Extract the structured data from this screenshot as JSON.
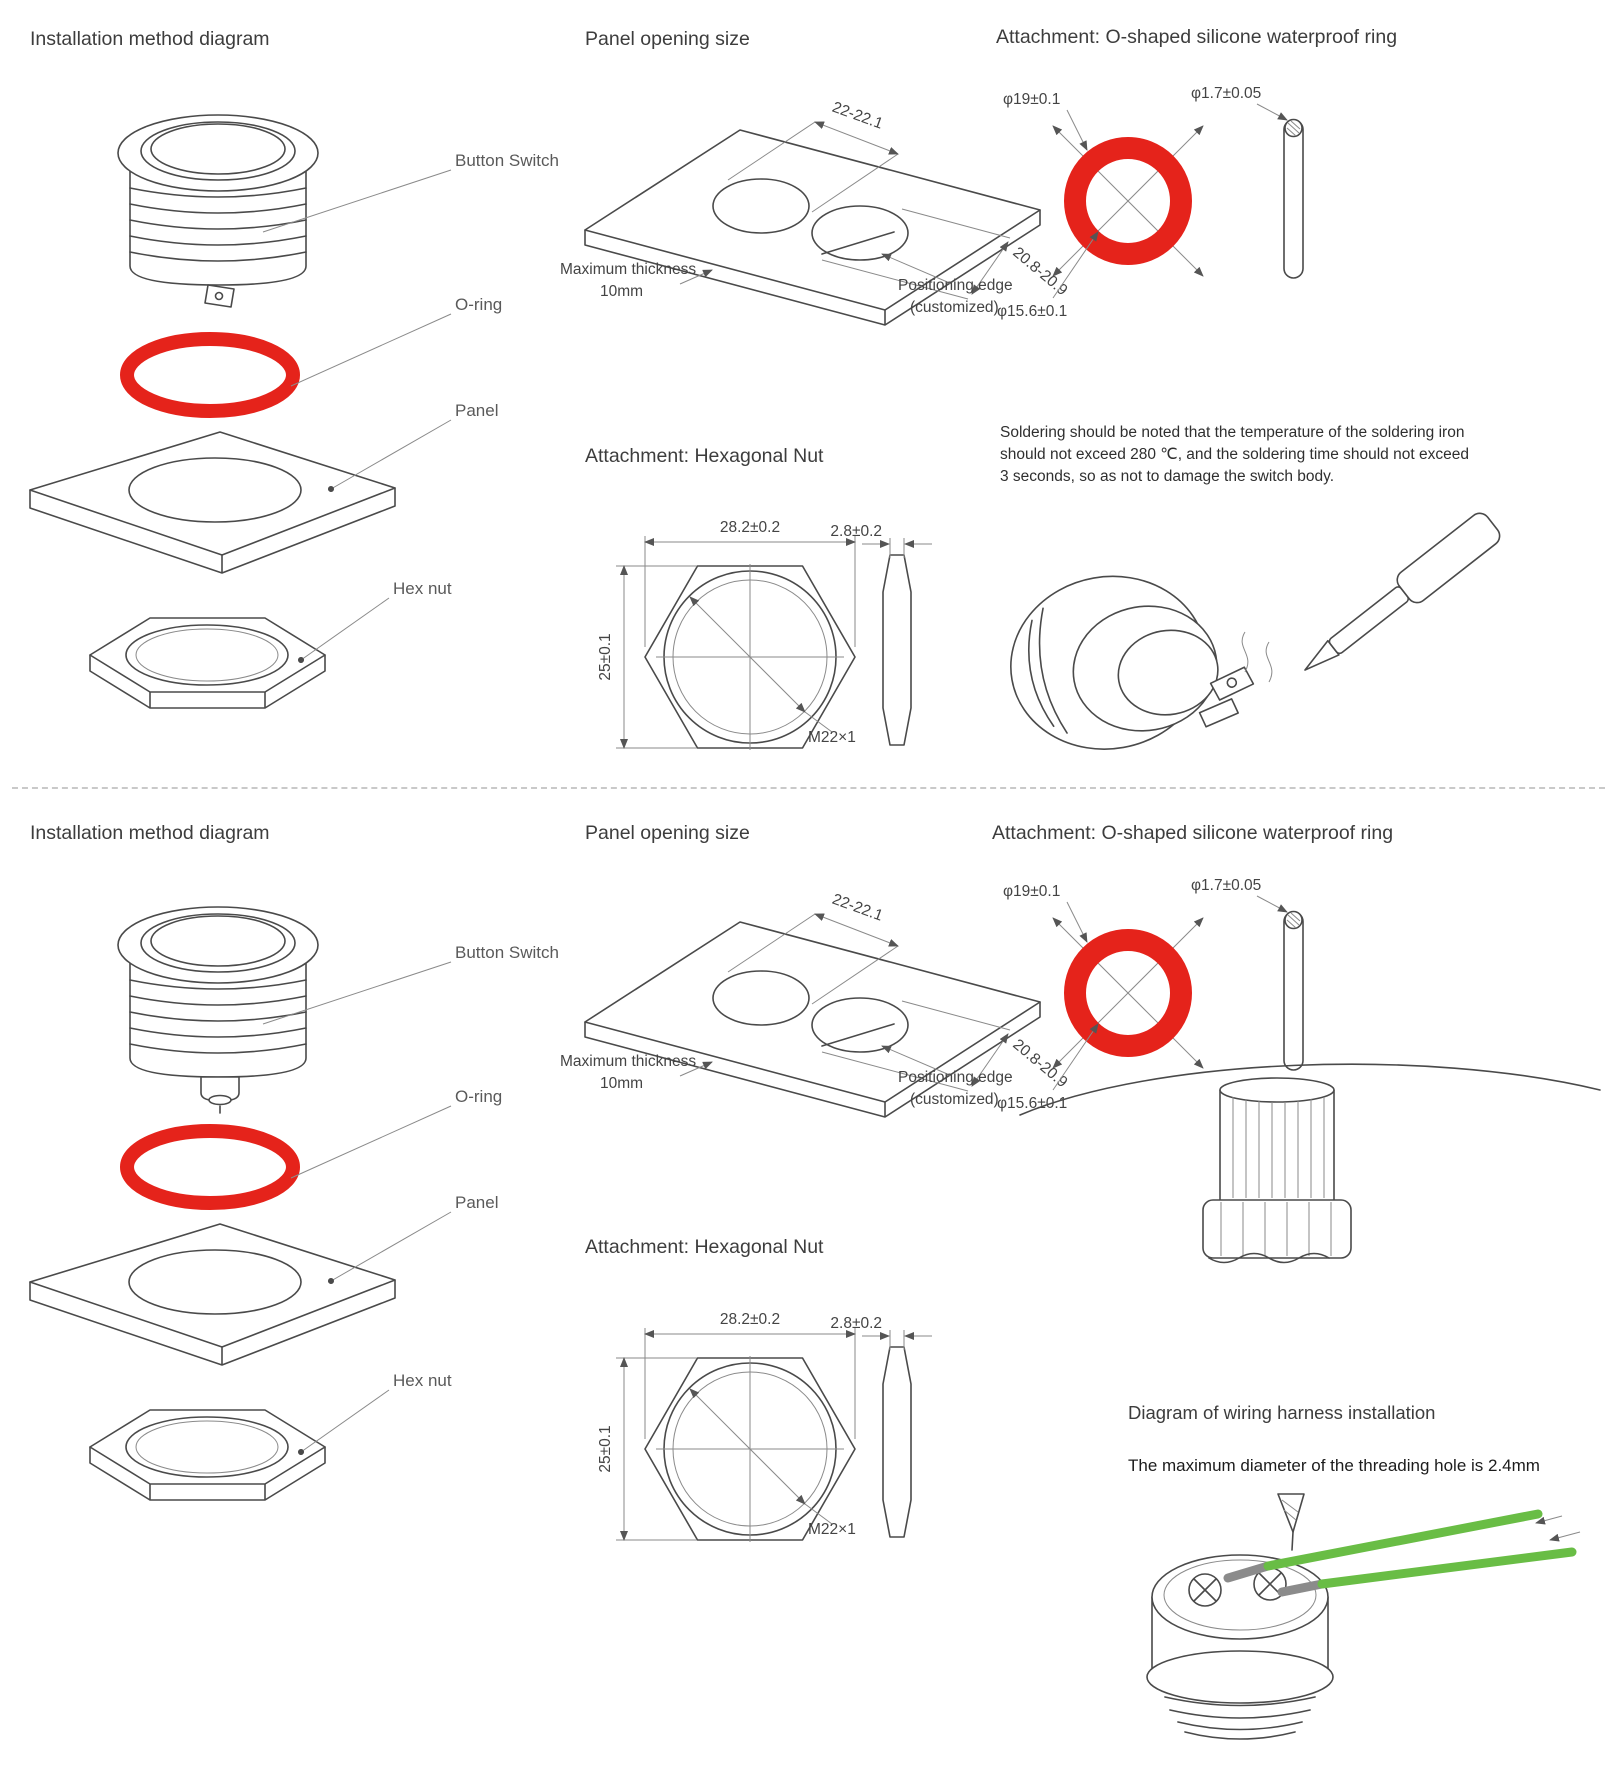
{
  "colors": {
    "accent_red": "#e5231b",
    "wire_green": "#69bd45",
    "line": "#4a4a4a"
  },
  "top": {
    "installation": {
      "title": "Installation method diagram",
      "labels": [
        "Button Switch",
        "O-ring",
        "Panel",
        "Hex nut"
      ]
    },
    "panel": {
      "title": "Panel opening size",
      "dim_width": "22-22.1",
      "dim_depth": "20.8-20.9",
      "thickness_l1": "Maximum thickness",
      "thickness_l2": "10mm",
      "positioning_l1": "Positioning edge",
      "positioning_l2": "(customized)"
    },
    "oring": {
      "title": "Attachment: O-shaped silicone waterproof ring",
      "outer": "φ19±0.1",
      "inner": "φ15.6±0.1",
      "cross": "φ1.7±0.05"
    },
    "hexnut": {
      "title": "Attachment:  Hexagonal Nut",
      "width": "28.2±0.2",
      "height": "25±0.1",
      "thickness": "2.8±0.2",
      "thread": "M22×1"
    },
    "soldering": {
      "note": "Soldering should be noted that the temperature of the soldering iron should not exceed 280 ℃, and the soldering time should not exceed 3 seconds, so as not to damage the switch body."
    }
  },
  "bottom": {
    "installation": {
      "title": "Installation method diagram",
      "labels": [
        "Button Switch",
        "O-ring",
        "Panel",
        "Hex nut"
      ]
    },
    "panel": {
      "title": "Panel opening size",
      "dim_width": "22-22.1",
      "dim_depth": "20.8-20.9",
      "thickness_l1": "Maximum thickness",
      "thickness_l2": "10mm",
      "positioning_l1": "Positioning edge",
      "positioning_l2": "(customized)"
    },
    "oring": {
      "title": "Attachment: O-shaped silicone waterproof ring",
      "outer": "φ19±0.1",
      "inner": "φ15.6±0.1",
      "cross": "φ1.7±0.05"
    },
    "hexnut": {
      "title": "Attachment:  Hexagonal Nut",
      "width": "28.2±0.2",
      "height": "25±0.1",
      "thickness": "2.8±0.2",
      "thread": "M22×1"
    },
    "wiring": {
      "title": "Diagram of wiring harness installation",
      "note": "The maximum diameter of the threading hole is 2.4mm"
    }
  }
}
